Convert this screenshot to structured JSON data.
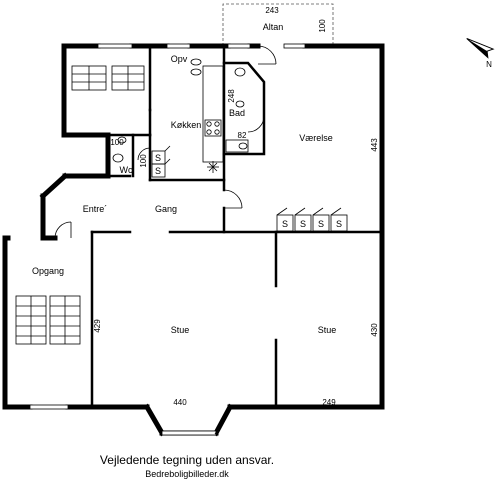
{
  "rooms": {
    "altan": "Altan",
    "opv": "Opv",
    "kokken": "Køkken",
    "bad": "Bad",
    "vaerelse": "Værelse",
    "wc": "Wc",
    "entre": "Entre´",
    "gang": "Gang",
    "opgang": "Opgang",
    "stue_left": "Stue",
    "stue_right": "Stue"
  },
  "dimensions": {
    "altan_width": "243",
    "altan_depth": "100",
    "bad_height": "248",
    "bad_width": "82",
    "vaerelse_height": "443",
    "wc_width": "100",
    "wc_height": "100",
    "stue_left_height": "429",
    "stue_left_width": "440",
    "stue_right_height": "430",
    "stue_right_width": "249"
  },
  "fixtures": {
    "cabinet_label": "S",
    "cabinet_count": 4
  },
  "compass": {
    "north_label": "N"
  },
  "caption": {
    "disclaimer": "Vejledende tegning uden ansvar.",
    "credit": "Bedreboligbilleder.dk"
  }
}
